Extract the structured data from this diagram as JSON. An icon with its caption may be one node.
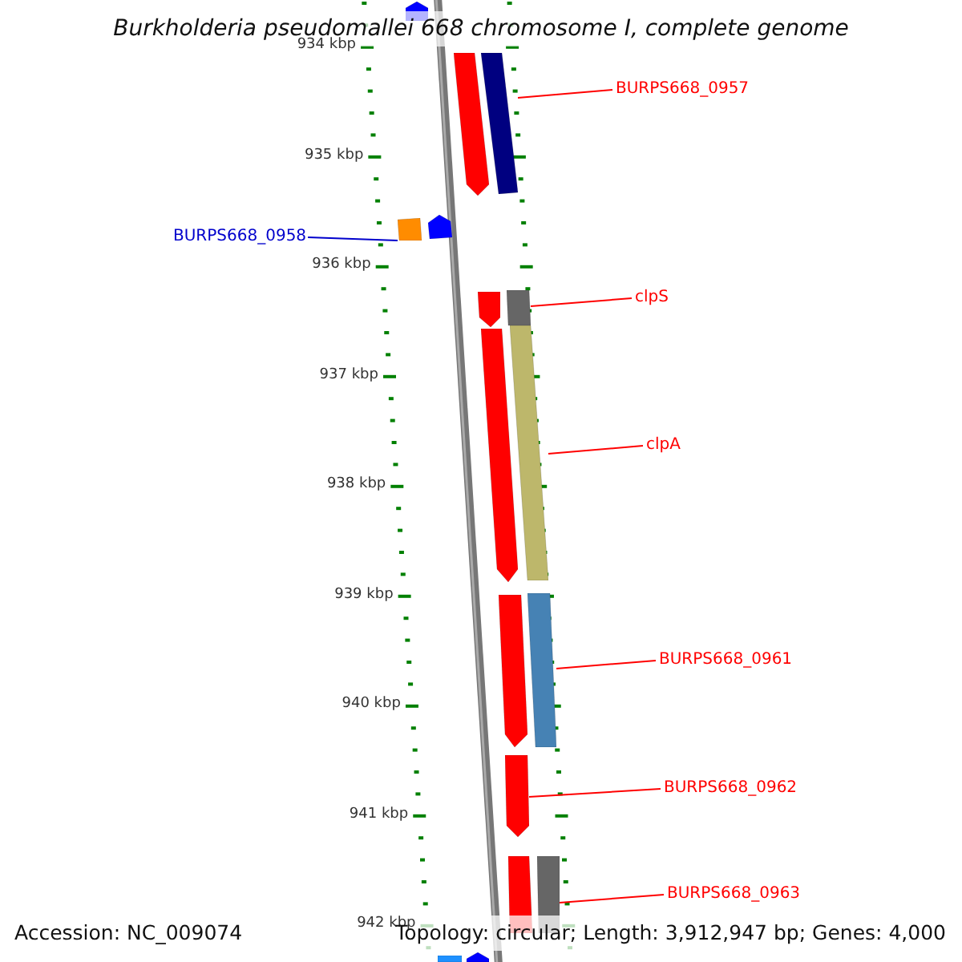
{
  "diagram": {
    "title": "Burkholderia pseudomallei 668 chromosome I, complete genome",
    "nodes": [
      {
        "text": [],
        "shape": "pentagon"
      },
      {
        "text": [],
        "shape": "pentagon"
      },
      {
        "text": [],
        "shape": "bar"
      },
      {
        "text": [
          "BURPS668_0957"
        ]
      },
      {
        "text": [
          "BURPS668_0958"
        ]
      },
      {
        "text": [],
        "shape": "bar"
      },
      {
        "text": [],
        "shape": "pentagon"
      },
      {
        "text": [],
        "shape": "pentagon"
      },
      {
        "text": [],
        "shape": "bar"
      },
      {
        "text": [
          "clpS"
        ]
      },
      {
        "text": [],
        "shape": "pentagon"
      },
      {
        "text": [],
        "shape": "bar"
      },
      {
        "text": [
          "clpA"
        ]
      },
      {
        "text": [],
        "shape": "pentagon"
      },
      {
        "text": [],
        "shape": "bar"
      },
      {
        "text": [
          "BURPS668_0961"
        ]
      },
      {
        "text": [],
        "shape": "pentagon"
      },
      {
        "text": [
          "BURPS668_0962"
        ]
      },
      {
        "text": [],
        "shape": "bar"
      },
      {
        "text": [],
        "shape": "bar"
      },
      {
        "text": [
          "BURPS668_0963"
        ]
      },
      {
        "text": [],
        "shape": "bar"
      },
      {
        "text": [],
        "shape": "pentagon"
      }
    ],
    "edges": [
      {
        "from": 3,
        "to": 2,
        "arrow": "none"
      },
      {
        "from": 4,
        "to": 5,
        "arrow": "none",
        "color": "#0000cc"
      },
      {
        "from": 9,
        "to": 8,
        "arrow": "none"
      },
      {
        "from": 12,
        "to": 11,
        "arrow": "none"
      },
      {
        "from": 15,
        "to": 14,
        "arrow": "none"
      },
      {
        "from": 17,
        "to": 16,
        "arrow": "none"
      },
      {
        "from": 20,
        "to": 19,
        "arrow": "none"
      }
    ],
    "labels": [
      "934 kbp",
      "935 kbp",
      "936 kbp",
      "937 kbp",
      "938 kbp",
      "939 kbp",
      "940 kbp",
      "941 kbp",
      "942 kbp",
      "Accession: NC_009074",
      "Topology: circular; Length: 3,912,947 bp; Genes: 4,000"
    ]
  }
}
